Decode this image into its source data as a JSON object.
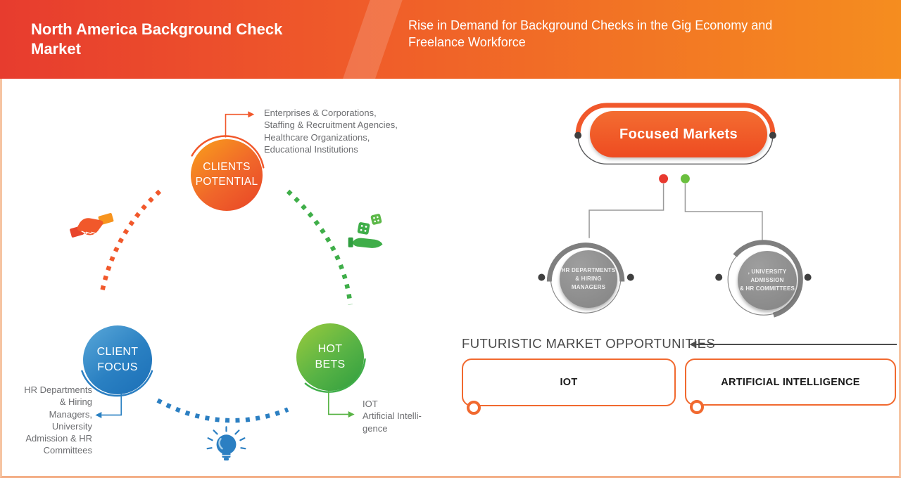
{
  "header": {
    "title": "North America Background Check\nMarket",
    "subtitle": "Rise in Demand for Background Checks in the Gig Economy and\nFreelance Workforce"
  },
  "cycle": {
    "clients_potential": {
      "label": "CLIENTS\nPOTENTIAL",
      "annotation": "Enterprises & Corporations,\nStaffing & Recruitment Agencies,\nHealthcare Organizations,\nEducational Institutions"
    },
    "client_focus": {
      "label": "CLIENT\nFOCUS",
      "annotation": "HR Departments\n& Hiring\nManagers,\nUniversity\nAdmission & HR\nCommittees"
    },
    "hot_bets": {
      "label": "HOT\nBETS",
      "annotation": "IOT\nArtificial Intelli-\ngence"
    }
  },
  "focused_markets": {
    "title": "Focused Markets",
    "nodes": [
      {
        "label": "HR DEPARTMENTS\n& HIRING\nMANAGERS"
      },
      {
        "label": ", UNIVERSITY\nADMISSION\n& HR COMMITTEES"
      }
    ]
  },
  "opportunities": {
    "title": "FUTURISTIC MARKET OPPORTUNITIES",
    "items": [
      {
        "label": "IOT"
      },
      {
        "label": "ARTIFICIAL INTELLIGENCE"
      }
    ]
  },
  "icons": {
    "handshake": "handshake-icon",
    "dice_in_hand": "dice-in-hand-icon",
    "lightbulb": "lightbulb-icon"
  },
  "colors": {
    "accent_orange": "#f1582b",
    "accent_red": "#e8392f",
    "accent_green": "#3fae49",
    "accent_blue": "#2b7fc2",
    "node_gray": "#8f8f8f"
  }
}
